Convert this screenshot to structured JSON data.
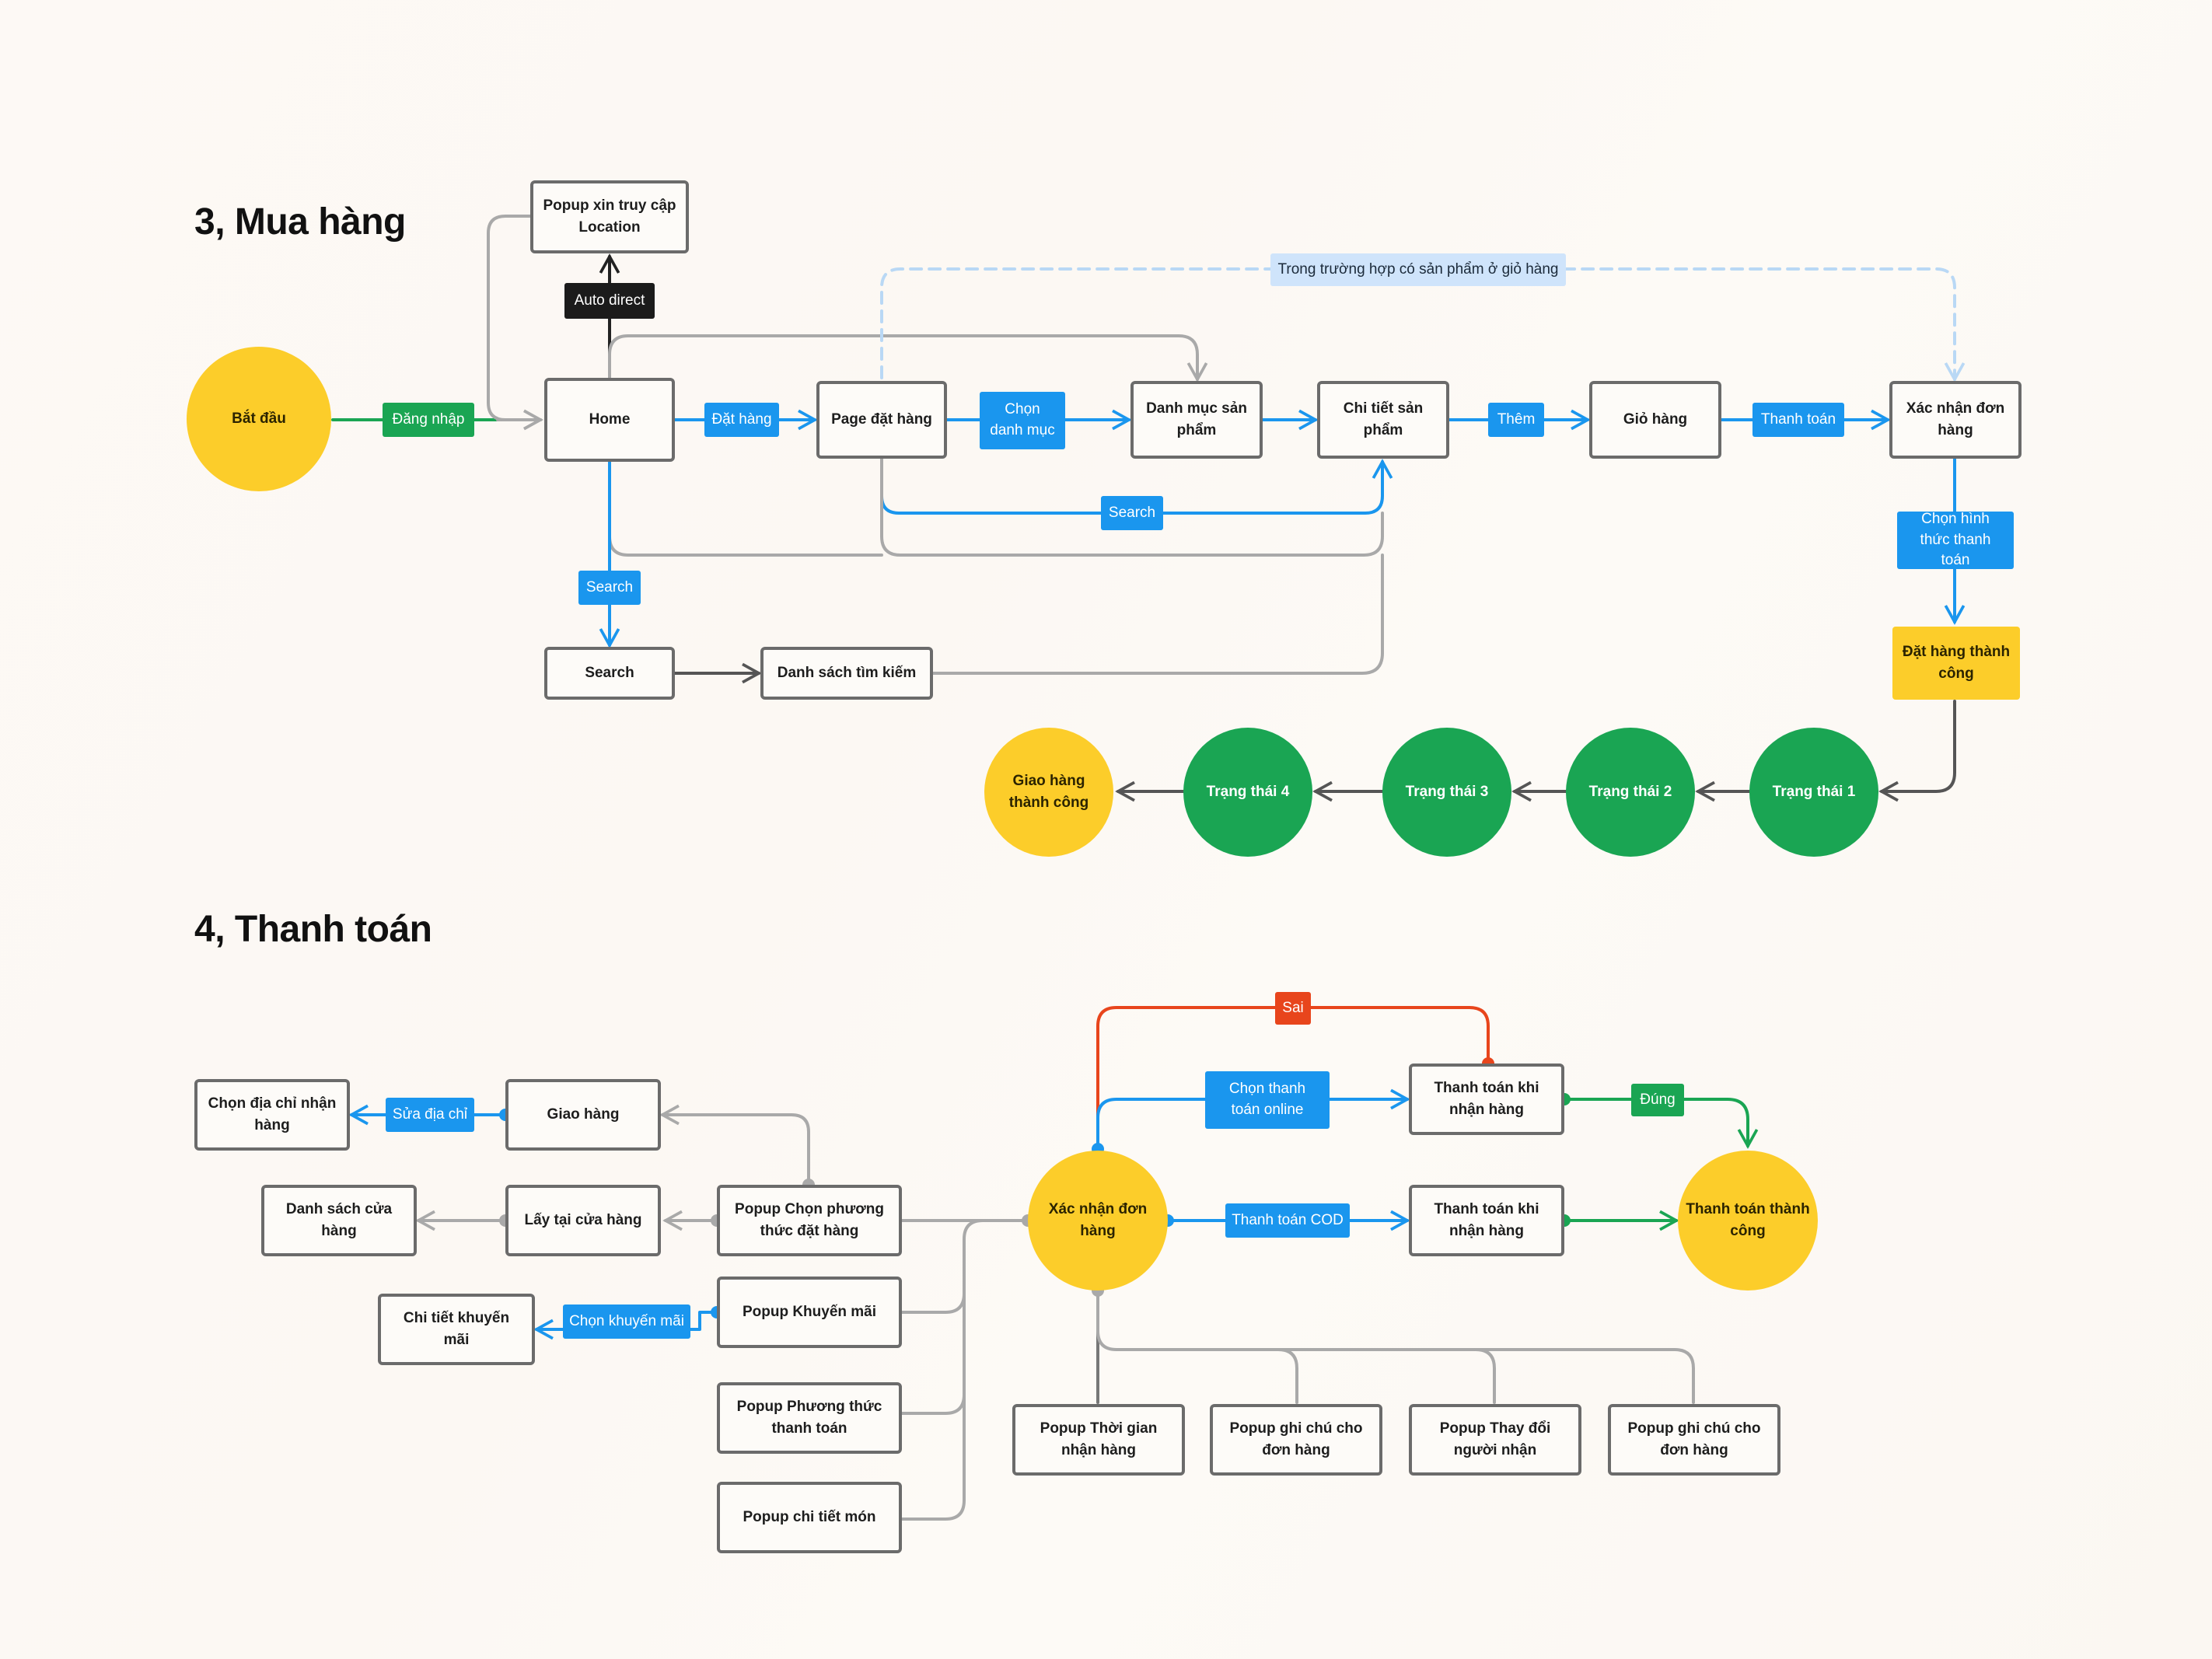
{
  "sections": {
    "buy": {
      "title": "3, Mua hàng"
    },
    "pay": {
      "title": "4, Thanh toán"
    }
  },
  "colors": {
    "connector_blue": "#1a96ee",
    "connector_gray": "#a9a9a9",
    "connector_dark": "#555555",
    "connector_green": "#1aa553",
    "connector_red": "#e8451c",
    "note_dashed": "#b9d8f5",
    "yellow": "#fccd2a",
    "green": "#1aa553"
  },
  "buy": {
    "start": "Bắt đầu",
    "popup_location": "Popup xin truy cập Location",
    "auto_direct": "Auto direct",
    "login": "Đăng nhập",
    "home": "Home",
    "order_tag": "Đặt hàng",
    "order_page": "Page đặt hàng",
    "choose_category": "Chọn danh mục",
    "category_list": "Danh mục sản phẩm",
    "product_detail": "Chi tiết sản phẩm",
    "add_tag": "Thêm",
    "cart": "Giỏ hàng",
    "checkout_tag": "Thanh toán",
    "confirm_order": "Xác nhận đơn hàng",
    "note_cart": "Trong trường hợp có sản phẩm ở giỏ hàng",
    "search_tag_mid": "Search",
    "search_tag_left": "Search",
    "search_box": "Search",
    "search_results": "Danh sách tìm kiếm",
    "choose_payment": "Chọn hình thức thanh toán",
    "order_success": "Đặt hàng thành công",
    "status1": "Trạng thái 1",
    "status2": "Trạng thái 2",
    "status3": "Trạng thái 3",
    "status4": "Trạng thái 4",
    "delivered": "Giao hàng thành công"
  },
  "pay": {
    "confirm": "Xác nhận đơn hàng",
    "wrong": "Sai",
    "correct": "Đúng",
    "online_tag": "Chọn thanh toán online",
    "cod_tag": "Thanh toán COD",
    "pay_on_receive_1": "Thanh toán khi nhận hàng",
    "pay_on_receive_2": "Thanh toán khi nhận hàng",
    "success": "Thanh toán thành công",
    "popup_method": "Popup Chọn phương thức đặt hàng",
    "delivery": "Giao hàng",
    "edit_address": "Sửa địa chỉ",
    "choose_address": "Chọn địa chỉ nhận hàng",
    "pickup": "Lấy tại cửa hàng",
    "store_list": "Danh sách cửa hàng",
    "popup_promo": "Popup Khuyến mãi",
    "choose_promo": "Chọn khuyến mãi",
    "promo_detail": "Chi tiết khuyến mãi",
    "popup_pay_method": "Popup Phương thức thanh toán",
    "popup_item_detail": "Popup chi tiết món",
    "popup_time": "Popup Thời gian nhận hàng",
    "popup_note_1": "Popup ghi chú cho đơn hàng",
    "popup_change_receiver": "Popup Thay đổi người nhận",
    "popup_note_2": "Popup ghi chú cho đơn hàng"
  }
}
